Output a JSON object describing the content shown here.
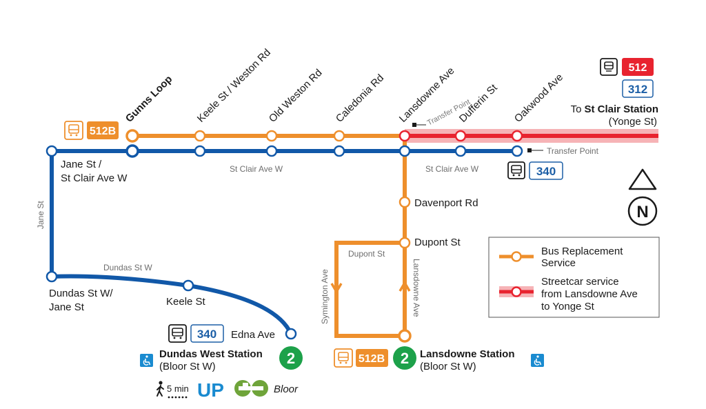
{
  "colors": {
    "orange": "#ee8f2c",
    "blue": "#1158a8",
    "red": "#e8232f",
    "red_halo": "#f6b3b6",
    "green": "#1da14a",
    "access_blue": "#1a8bd0"
  },
  "routes": {
    "bus_512b": "512B",
    "streetcar_512": "512",
    "bus_312": "312",
    "bus_340": "340",
    "subway_line": "2"
  },
  "stops": {
    "gunns_loop": "Gunns Loop",
    "keele_weston": "Keele St / Weston Rd",
    "old_weston": "Old Weston Rd",
    "caledonia": "Caledonia Rd",
    "lansdowne_ave": "Lansdowne Ave",
    "dufferin": "Dufferin St",
    "oakwood": "Oakwood Ave",
    "jane_stclair_1": "Jane St /",
    "jane_stclair_2": "St Clair Ave W",
    "davenport": "Davenport Rd",
    "dupont": "Dupont St",
    "dundas_jane_1": "Dundas St W/",
    "dundas_jane_2": "Jane St",
    "keele_st": "Keele St",
    "edna": "Edna Ave"
  },
  "destination": {
    "prefix": "To",
    "station": "St Clair Station",
    "sub": "(Yonge St)"
  },
  "transfer_point": "Transfer Point",
  "streets": {
    "st_clair_1": "St Clair Ave W",
    "st_clair_2": "St Clair Ave W",
    "jane": "Jane St",
    "dundas": "Dundas St W",
    "dupont": "Dupont St",
    "symington": "Symington Ave",
    "lansdowne": "Lansdowne Ave"
  },
  "stations": {
    "dundas_west": "Dundas West Station",
    "dundas_west_sub": "(Bloor St W)",
    "lansdowne": "Lansdowne Station",
    "lansdowne_sub": "(Bloor St W)"
  },
  "connections": {
    "walk_time": "5 min",
    "up_express": "UP",
    "bloor_go": "Bloor"
  },
  "compass": "N",
  "legend": {
    "bus_1": "Bus Replacement",
    "bus_2": "Service",
    "streetcar_1": "Streetcar service",
    "streetcar_2": "from Lansdowne Ave",
    "streetcar_3": "to Yonge St"
  },
  "icons": [
    "bus-icon",
    "streetcar-icon",
    "accessible-icon",
    "walking-person-icon",
    "up-express-logo",
    "go-transit-logo",
    "north-arrow-icon"
  ]
}
